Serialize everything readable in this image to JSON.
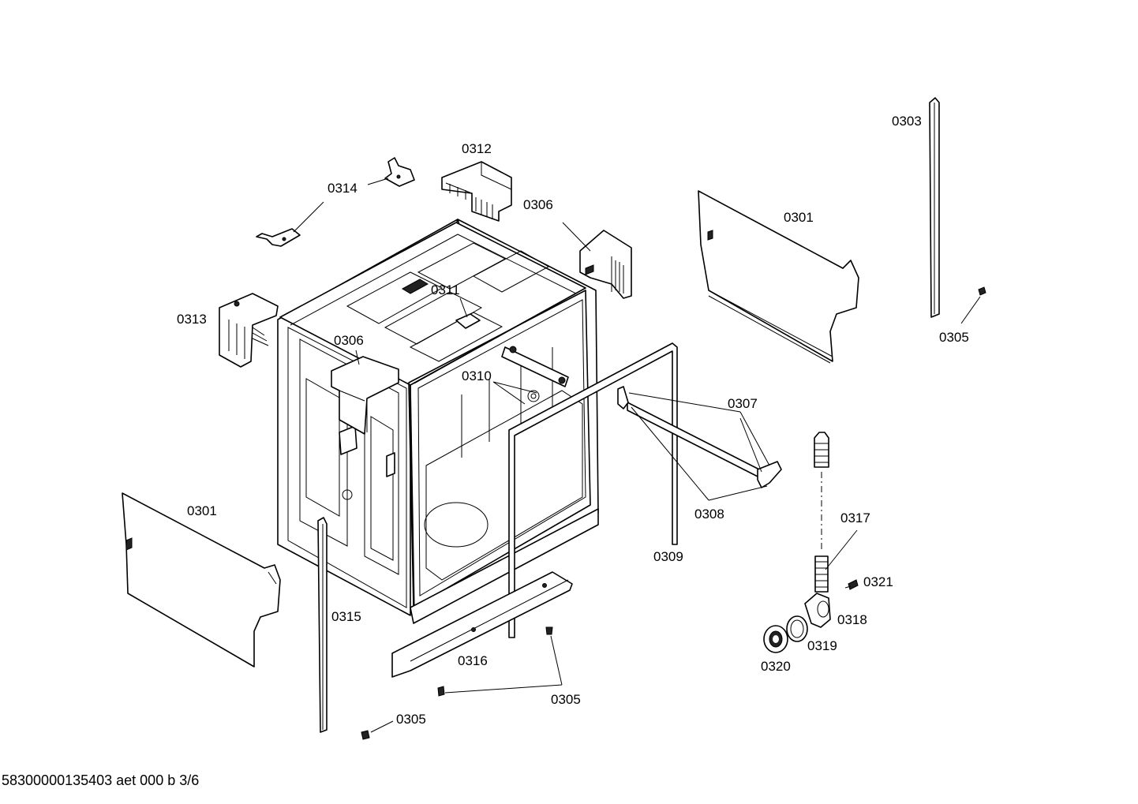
{
  "labels": {
    "l0301a": "0301",
    "l0301b": "0301",
    "l0303": "0303",
    "l0305a": "0305",
    "l0305b": "0305",
    "l0305c": "0305",
    "l0306a": "0306",
    "l0306b": "0306",
    "l0307": "0307",
    "l0308": "0308",
    "l0309": "0309",
    "l0310": "0310",
    "l0311": "0311",
    "l0312": "0312",
    "l0313": "0313",
    "l0314": "0314",
    "l0315": "0315",
    "l0316": "0316",
    "l0317": "0317",
    "l0318": "0318",
    "l0319": "0319",
    "l0320": "0320",
    "l0321": "0321"
  },
  "footer": "58300000135403 aet 000 b 3/6"
}
